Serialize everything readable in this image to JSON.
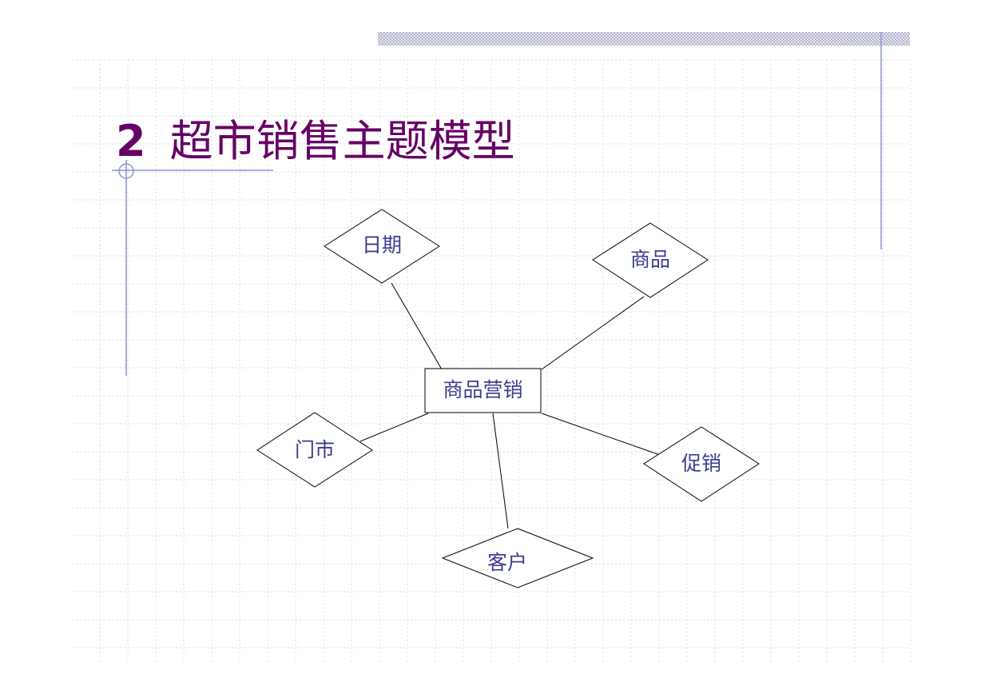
{
  "slide": {
    "title_number": "2",
    "title_text": "超市销售主题模型"
  },
  "diagram": {
    "center": {
      "label": "商品营销"
    },
    "dimensions": {
      "date": "日期",
      "product": "商品",
      "store": "门市",
      "promotion": "促销",
      "customer": "客户"
    }
  },
  "colors": {
    "title": "#660066",
    "label": "#3c3c90",
    "grid": "#dcdcf0",
    "accent_line": "#8c96d2",
    "band": "#c8c8dc"
  }
}
